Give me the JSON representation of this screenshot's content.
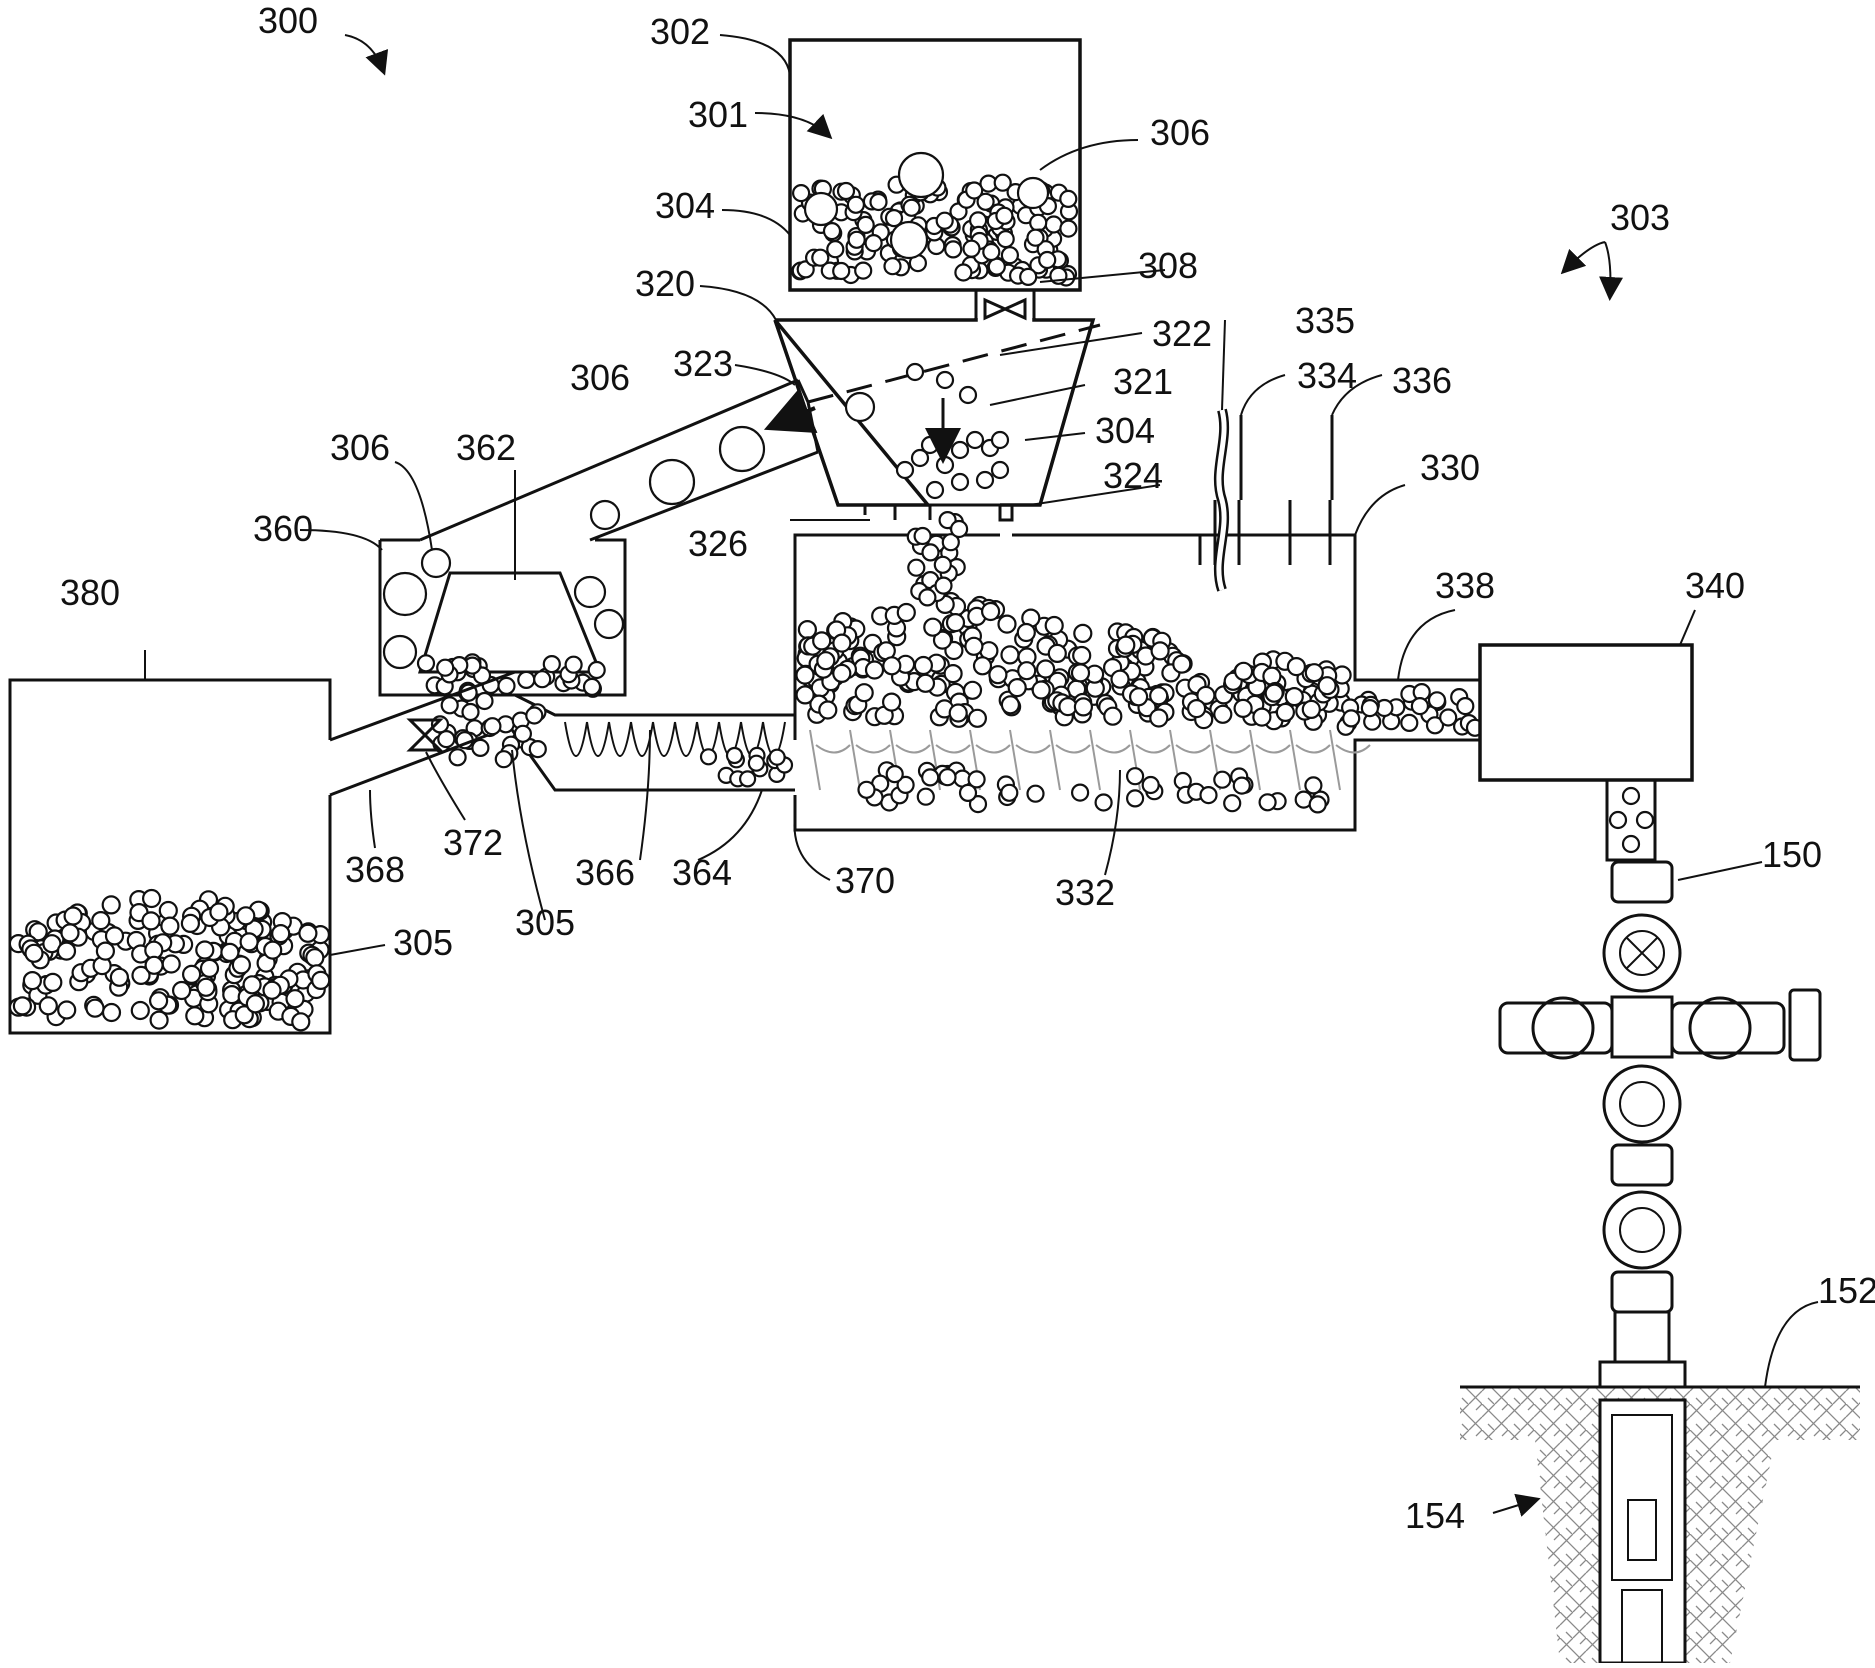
{
  "labels": {
    "l300": "300",
    "l302": "302",
    "l301": "301",
    "l306a": "306",
    "l304a": "304",
    "l308": "308",
    "l303": "303",
    "l320": "320",
    "l322": "322",
    "l323": "323",
    "l306b": "306",
    "l321": "321",
    "l335": "335",
    "l334": "334",
    "l336": "336",
    "l306c": "306",
    "l362": "362",
    "l304b": "304",
    "l324": "324",
    "l330": "330",
    "l360": "360",
    "l326": "326",
    "l380": "380",
    "l338": "338",
    "l340": "340",
    "l368": "368",
    "l372": "372",
    "l366": "366",
    "l364": "364",
    "l370": "370",
    "l332": "332",
    "l150": "150",
    "l305a": "305",
    "l305b": "305",
    "l152": "152",
    "l154": "154"
  },
  "icons": [
    "valve-icon",
    "auger-screw-icon",
    "wellhead-icon",
    "arrow-icon"
  ]
}
